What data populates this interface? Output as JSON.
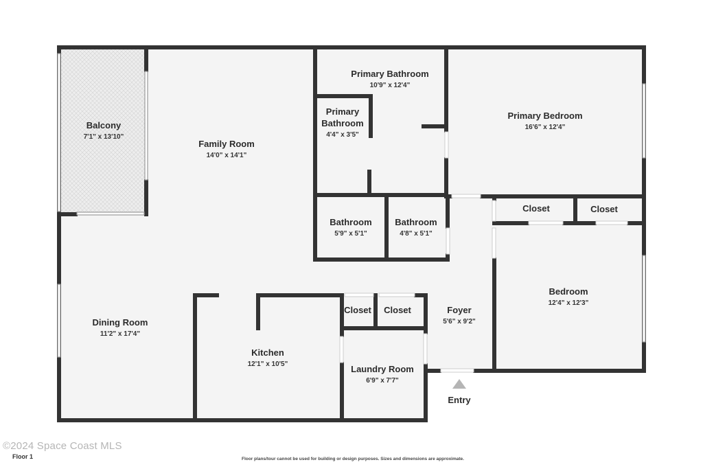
{
  "rooms": {
    "balcony": {
      "name": "Balcony",
      "dim": "7'1\" x 13'10\""
    },
    "family_room": {
      "name": "Family Room",
      "dim": "14'0\" x 14'1\""
    },
    "primary_bathroom": {
      "name": "Primary Bathroom",
      "dim": "10'9\" x 12'4\""
    },
    "primary_bathroom_small": {
      "name_line1": "Primary",
      "name_line2": "Bathroom",
      "dim": "4'4\" x 3'5\""
    },
    "primary_bedroom": {
      "name": "Primary Bedroom",
      "dim": "16'6\" x 12'4\""
    },
    "bathroom_1": {
      "name": "Bathroom",
      "dim": "5'9\" x 5'1\""
    },
    "bathroom_2": {
      "name": "Bathroom",
      "dim": "4'8\" x 5'1\""
    },
    "closet_1": {
      "name": "Closet"
    },
    "closet_2": {
      "name": "Closet"
    },
    "closet_3": {
      "name": "Closet"
    },
    "closet_4": {
      "name": "Closet"
    },
    "bedroom": {
      "name": "Bedroom",
      "dim": "12'4\" x 12'3\""
    },
    "dining_room": {
      "name": "Dining Room",
      "dim": "11'2\" x 17'4\""
    },
    "kitchen": {
      "name": "Kitchen",
      "dim": "12'1\" x 10'5\""
    },
    "foyer": {
      "name": "Foyer",
      "dim": "5'6\" x 9'2\""
    },
    "laundry_room": {
      "name": "Laundry Room",
      "dim": "6'9\" x 7'7\""
    }
  },
  "entry_label": "Entry",
  "footer": {
    "floor_label": "Floor 1",
    "watermark": "©2024 Space Coast MLS",
    "disclaimer": "Floor plans/tour cannot be used for building or design purposes. Sizes and dimensions are approximate."
  },
  "colors": {
    "wall": "#333333",
    "floor": "#f4f4f4",
    "balcony_tile": "#e6e6e6",
    "entry_arrow": "#b5b5b5"
  }
}
